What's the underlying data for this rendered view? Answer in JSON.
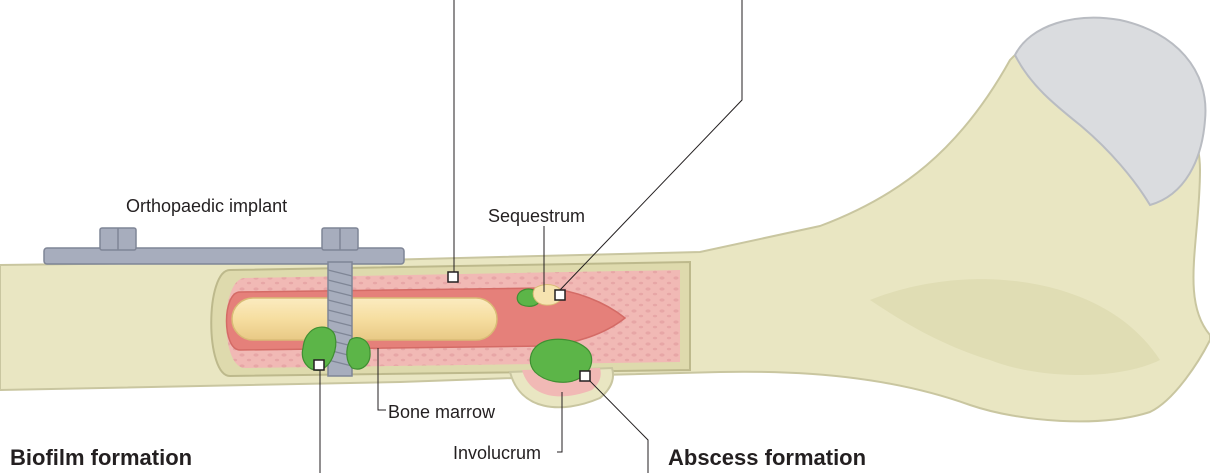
{
  "labels": {
    "orthopaedic_implant": "Orthopaedic implant",
    "sequestrum": "Sequestrum",
    "bone_marrow": "Bone marrow",
    "involucrum": "Involucrum",
    "biofilm_formation": "Biofilm formation",
    "abscess_formation": "Abscess formation"
  },
  "colors": {
    "bone": "#e9e6c2",
    "bone_outline": "#c9c6a0",
    "femoral_head": "#dadcdf",
    "marrow_cavity": "#f1b9b5",
    "trabecular_dots": "#e7a6a6",
    "marrow_core": "#e5807a",
    "implant": "#a7adbd",
    "implant_outline": "#7f8596",
    "nail": "#f6dea0",
    "biofilm": "#5cb548",
    "leader_line": "#231f20"
  }
}
